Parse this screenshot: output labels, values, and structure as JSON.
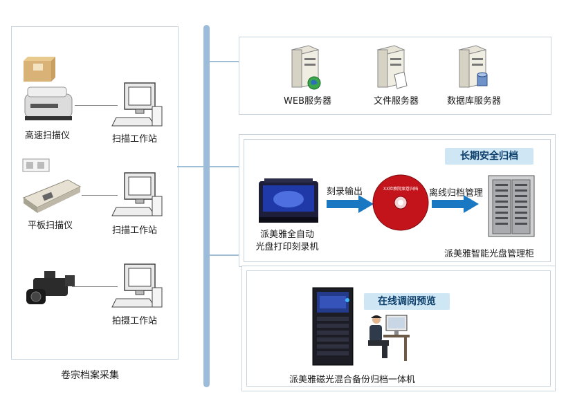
{
  "left": {
    "caption": "卷宗档案采集",
    "devices": [
      {
        "label": "高速扫描仪",
        "station": "扫描工作站"
      },
      {
        "label": "平板扫描仪",
        "station": "扫描工作站"
      },
      {
        "label": "",
        "station": "拍摄工作站"
      }
    ]
  },
  "servers": [
    {
      "label": "WEB服务器",
      "icon": "web-server-icon"
    },
    {
      "label": "文件服务器",
      "icon": "file-server-icon"
    },
    {
      "label": "数据库服务器",
      "icon": "database-server-icon"
    }
  ],
  "archive": {
    "tag": "长期安全归档",
    "burner_label_line1": "派美雅全自动",
    "burner_label_line2": "光盘打印刻录机",
    "arrow1_label": "刻录输出",
    "arrow2_label": "离线归档管理",
    "cabinet_label": "派美雅智能光盘管理柜",
    "disc_text": "XX检察院案卷归档"
  },
  "online": {
    "tag": "在线调阅预览",
    "machine_label": "派美雅磁光混合备份归档一体机"
  },
  "colors": {
    "bus": "#9cbcd9",
    "arrow": "#1a78c2",
    "tag_bg": "#cfe6f5",
    "disc": "#c4141b"
  }
}
